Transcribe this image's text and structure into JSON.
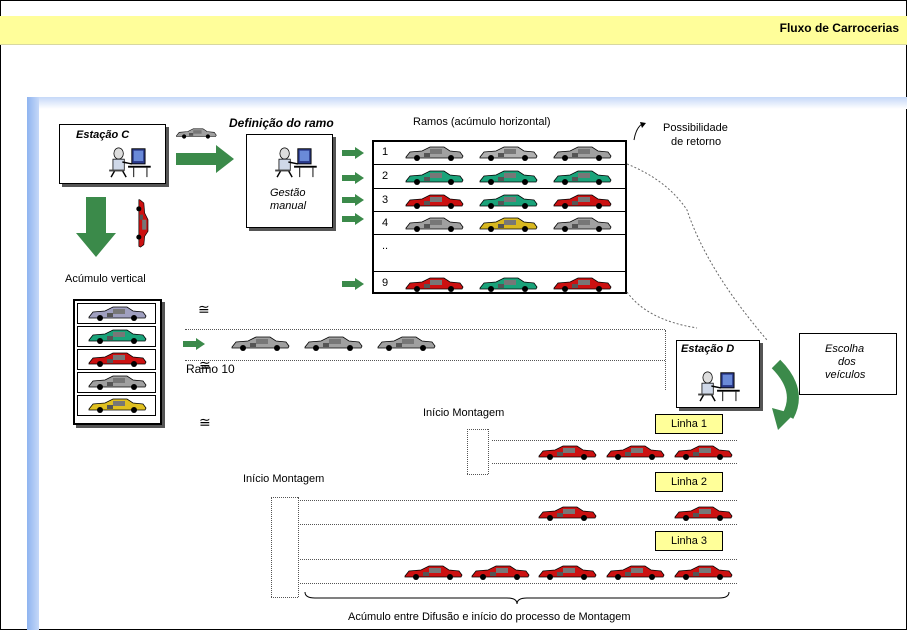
{
  "header": {
    "title": "Fluxo de Carrocerias"
  },
  "station_c": {
    "label": "Estação C"
  },
  "definition": {
    "title": "Definição do ramo",
    "manager_line1": "Gestão",
    "manager_line2": "manual"
  },
  "ramos": {
    "title": "Ramos (acúmulo horizontal)",
    "rows": [
      {
        "number": "1",
        "colors": [
          "#a0a0a0",
          "#b0b0b0",
          "#a0a0a0"
        ]
      },
      {
        "number": "2",
        "colors": [
          "#1aa37a",
          "#1aa37a",
          "#1aa37a"
        ]
      },
      {
        "number": "3",
        "colors": [
          "#cc1111",
          "#1aa37a",
          "#cc1111"
        ]
      },
      {
        "number": "4",
        "colors": [
          "#a0a0a0",
          "#d8b820",
          "#a0a0a0"
        ]
      },
      {
        "number": "..",
        "colors": []
      },
      {
        "number": "9",
        "colors": [
          "#cc1111",
          "#1aa37a",
          "#cc1111"
        ]
      }
    ]
  },
  "return_possibility": {
    "line1": "Possibilidade",
    "line2": "de retorno"
  },
  "vertical": {
    "label": "Acúmulo vertical",
    "cars": [
      "#a0a0c0",
      "#1aa37a",
      "#cc1111",
      "#a0a0a0",
      "#e0c020"
    ]
  },
  "ramo10": {
    "label": "Ramo 10",
    "approx1": "≅",
    "approx2": "≅",
    "approx3": "≅"
  },
  "station_d": {
    "label": "Estação D"
  },
  "choice": {
    "line1": "Escolha",
    "line2": "dos",
    "line3": "veículos"
  },
  "montagem": {
    "label1": "Início Montagem",
    "label2": "Início Montagem"
  },
  "lines": {
    "linha1": "Linha 1",
    "linha2": "Linha 2",
    "linha3": "Linha 3"
  },
  "bottom": {
    "caption": "Acúmulo entre Difusão e início do processo de Montagem"
  },
  "colors": {
    "arrow_green": "#3b8a4a",
    "header_yellow": "#fffe9a",
    "car_red": "#cc1111"
  }
}
